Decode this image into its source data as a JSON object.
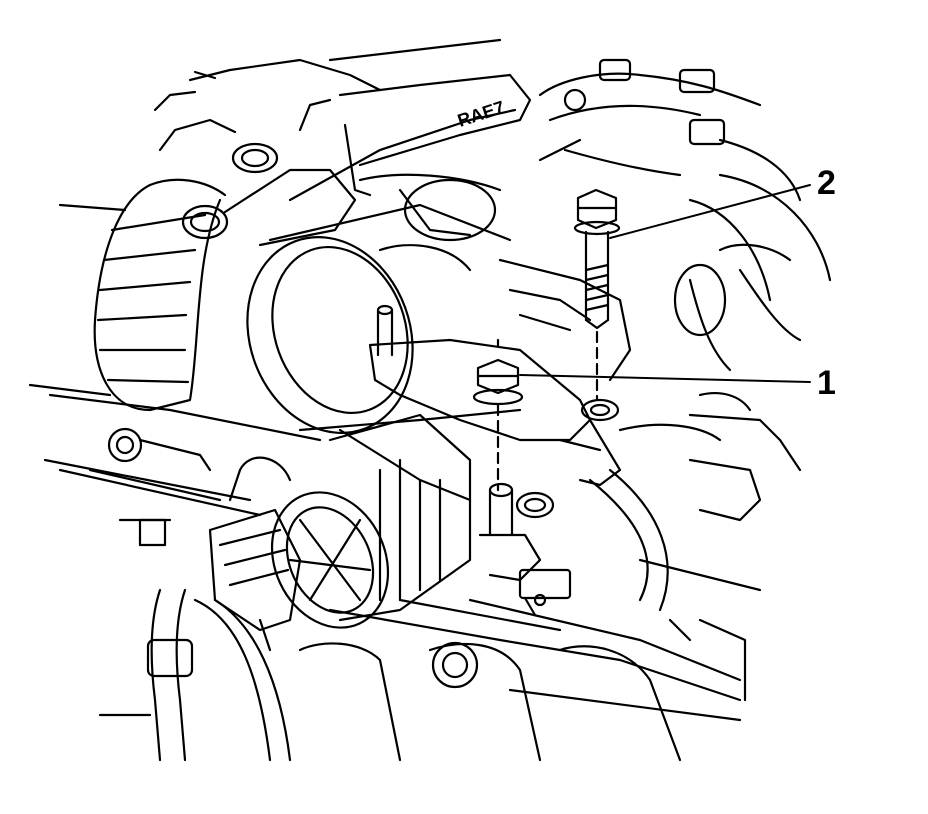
{
  "callouts": [
    {
      "number": "1",
      "part": "nut"
    },
    {
      "number": "2",
      "part": "bolt"
    }
  ],
  "engraved_text": "RAE7",
  "colors": {
    "ink": "#000000",
    "paper": "#ffffff"
  }
}
